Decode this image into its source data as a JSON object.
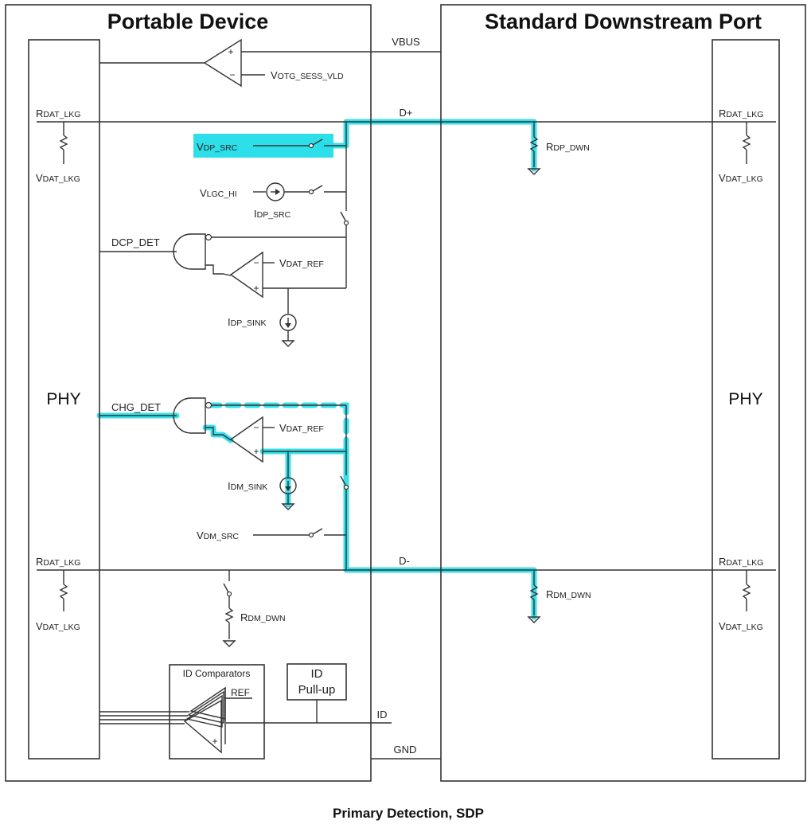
{
  "diagram": {
    "caption": "Primary Detection, SDP",
    "highlight_color": "#22dde8",
    "left_block": {
      "title": "Portable Device",
      "phy_label": "PHY",
      "signals": {
        "votg_main": "V",
        "votg_sub": "OTG_SESS_VLD",
        "rdat_lkg_main": "R",
        "rdat_lkg_sub": "DAT_LKG",
        "vdat_lkg_main": "V",
        "vdat_lkg_sub": "DAT_LKG",
        "vdp_src_main": "V",
        "vdp_src_sub": "DP_SRC",
        "vlgc_hi_main": "V",
        "vlgc_hi_sub": "LGC_HI",
        "idp_src_main": "I",
        "idp_src_sub": "DP_SRC",
        "dcp_det": "DCP_DET",
        "vdat_ref_main": "V",
        "vdat_ref_sub": "DAT_REF",
        "idp_sink_main": "I",
        "idp_sink_sub": "DP_SINK",
        "chg_det": "CHG_DET",
        "idm_sink_main": "I",
        "idm_sink_sub": "DM_SINK",
        "vdm_src_main": "V",
        "vdm_src_sub": "DM_SRC",
        "rdm_dwn_main": "R",
        "rdm_dwn_sub": "DM_DWN",
        "id_comparators": "ID Comparators",
        "ref": "REF",
        "id_pullup_line1": "ID",
        "id_pullup_line2": "Pull-up",
        "plus": "+",
        "minus": "−"
      }
    },
    "right_block": {
      "title": "Standard Downstream Port",
      "phy_label": "PHY",
      "signals": {
        "rdp_dwn_main": "R",
        "rdp_dwn_sub": "DP_DWN",
        "rdm_dwn_main": "R",
        "rdm_dwn_sub": "DM_DWN",
        "rdat_lkg_main": "R",
        "rdat_lkg_sub": "DAT_LKG",
        "vdat_lkg_main": "V",
        "vdat_lkg_sub": "DAT_LKG"
      }
    },
    "buses": {
      "vbus": "VBUS",
      "dplus": "D+",
      "dminus": "D-",
      "id": "ID",
      "gnd": "GND"
    }
  }
}
